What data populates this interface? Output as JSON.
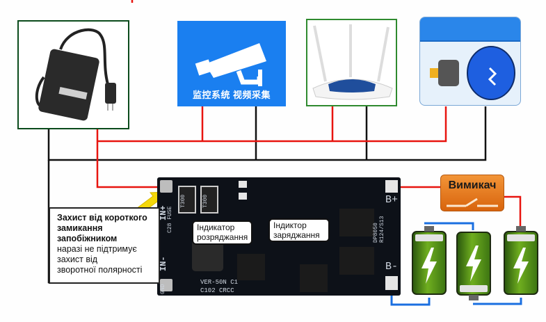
{
  "devices": {
    "power_adapter": {
      "icon": "power-adapter-icon"
    },
    "camera": {
      "caption": "监控系统 视频采集",
      "icon": "cctv-camera-icon",
      "bg_color": "#1a7ff0"
    },
    "router": {
      "icon": "wifi-router-icon"
    },
    "lamp": {
      "icon": "light-bulb-icon"
    }
  },
  "board": {
    "silkscreen": {
      "in_plus": "IN+",
      "in_minus": "IN-",
      "fuse": "C28 FUSE",
      "gnd": "GND",
      "ver": "VER-50N  C1",
      "c102": "C102 CRCC",
      "b_plus": "B+",
      "b_minus": "B-",
      "part": "DP8050 R124/S13",
      "t300a": "T300",
      "t300b": "T300"
    }
  },
  "labels": {
    "discharge_indicator": [
      "Індикатор",
      "розряджання"
    ],
    "charge_indicator": [
      "Індиктор",
      "заряджання"
    ],
    "switch": "Вимикач",
    "protection_note": {
      "bold_lines": [
        "Захист від короткого",
        "замикання",
        "запобіжником"
      ],
      "lines": [
        "наразі не підтримує",
        "захист від",
        "зворотної полярності"
      ]
    }
  },
  "colors": {
    "positive_wire": "#e8140f",
    "negative_wire": "#111111",
    "battery_link": "#1a6fe0",
    "arrow": "#f5d80a",
    "switch": "#e97a1f"
  },
  "batteries": {
    "count": 3,
    "icon": "lightning-icon"
  }
}
